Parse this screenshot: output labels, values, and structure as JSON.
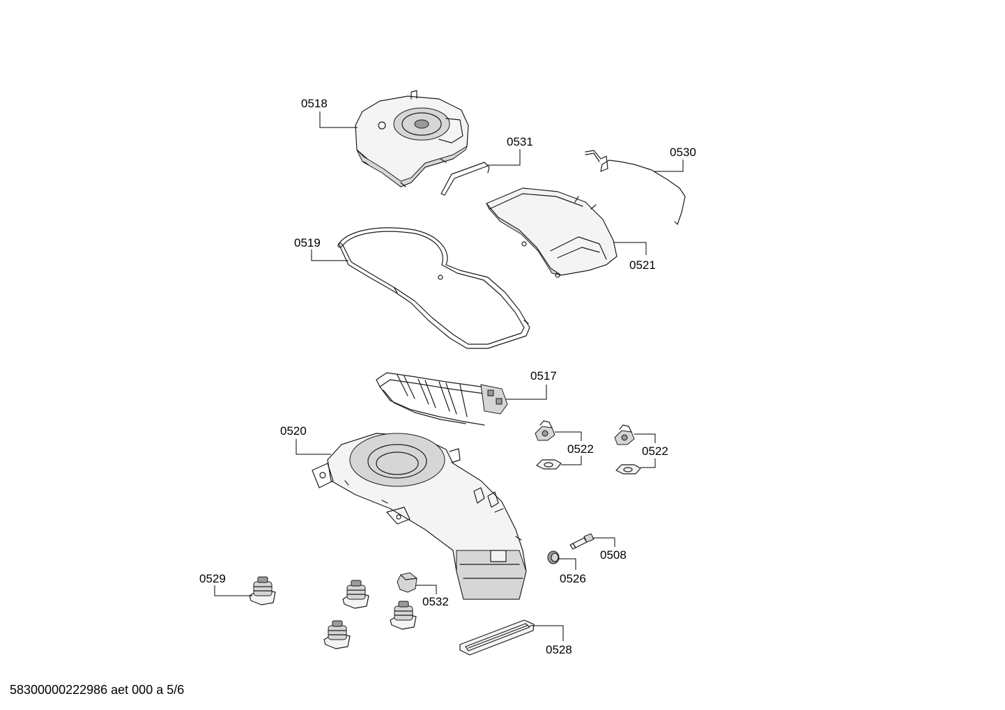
{
  "parts": [
    {
      "id": "p0518",
      "label": "0518"
    },
    {
      "id": "p0531",
      "label": "0531"
    },
    {
      "id": "p0530",
      "label": "0530"
    },
    {
      "id": "p0519",
      "label": "0519"
    },
    {
      "id": "p0521",
      "label": "0521"
    },
    {
      "id": "p0517",
      "label": "0517"
    },
    {
      "id": "p0520",
      "label": "0520"
    },
    {
      "id": "p0522a",
      "label": "0522"
    },
    {
      "id": "p0522b",
      "label": "0522"
    },
    {
      "id": "p0508",
      "label": "0508"
    },
    {
      "id": "p0526",
      "label": "0526"
    },
    {
      "id": "p0529",
      "label": "0529"
    },
    {
      "id": "p0532",
      "label": "0532"
    },
    {
      "id": "p0528",
      "label": "0528"
    }
  ],
  "footer": {
    "document_id": "58300000222986 aet 000 a 5/6"
  },
  "colors": {
    "line": "#1a1a1a",
    "background": "#ffffff",
    "shade_light": "#f4f4f4",
    "shade_mid": "#d6d6d6",
    "shade_dark": "#9a9a9a"
  }
}
